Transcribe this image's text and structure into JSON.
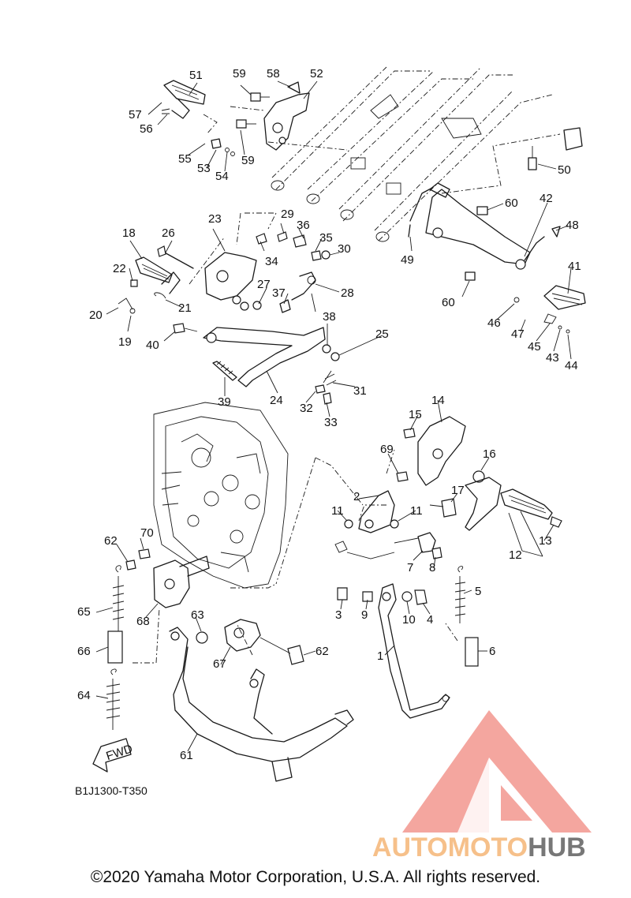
{
  "drawing_code": "B1J1300-T350",
  "copyright": "©2020 Yamaha Motor Corporation, U.S.A. All rights reserved.",
  "fwd_label": "FWD",
  "watermark": {
    "text_part1": "AUTOMOTO",
    "text_part2": "HUB",
    "color_primary": "#f2968e",
    "color_secondary": "#f6c08a",
    "color_dark": "#777777"
  },
  "callouts": [
    "1",
    "2",
    "3",
    "4",
    "5",
    "6",
    "7",
    "8",
    "9",
    "10",
    "11",
    "11",
    "12",
    "13",
    "14",
    "15",
    "16",
    "17",
    "18",
    "19",
    "20",
    "21",
    "22",
    "23",
    "24",
    "25",
    "26",
    "27",
    "28",
    "29",
    "30",
    "31",
    "32",
    "33",
    "34",
    "35",
    "36",
    "37",
    "38",
    "39",
    "40",
    "41",
    "42",
    "43",
    "44",
    "45",
    "46",
    "47",
    "48",
    "49",
    "50",
    "51",
    "52",
    "53",
    "54",
    "55",
    "56",
    "57",
    "58",
    "59",
    "59",
    "60",
    "60",
    "61",
    "62",
    "62",
    "63",
    "64",
    "65",
    "66",
    "67",
    "68",
    "69",
    "70"
  ]
}
